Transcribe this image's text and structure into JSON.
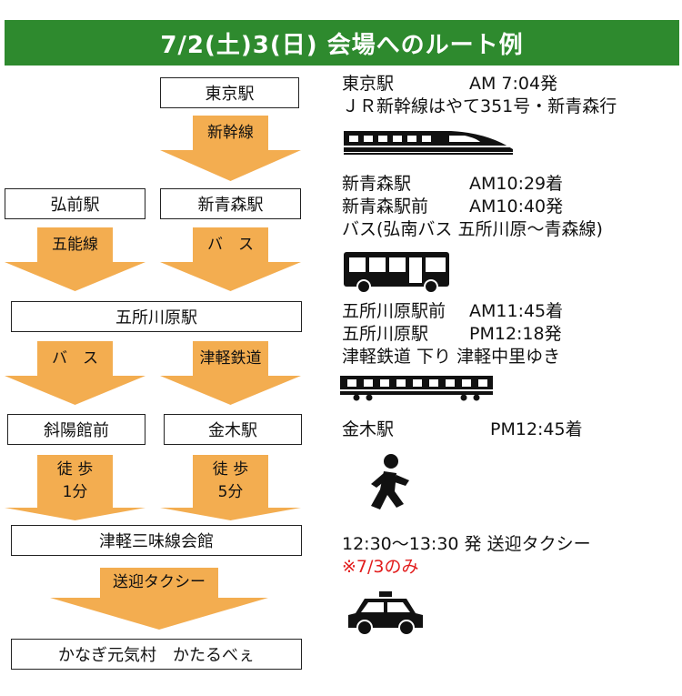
{
  "title": "7/2(土)3(日) 会場へのルート例",
  "colors": {
    "header_bg": "#2e8a2e",
    "arrow_fill": "#f3ad50",
    "note_red": "#e21d1d"
  },
  "stations": {
    "tokyo": "東京駅",
    "hirosaki": "弘前駅",
    "shin_aomori": "新青森駅",
    "goshogawara": "五所川原駅",
    "shayokan": "斜陽館前",
    "kanagi": "金木駅",
    "shamisen_kaikan": "津軽三味線会館",
    "destination": "かなぎ元気村　かたるべぇ"
  },
  "arrows": {
    "shinkansen": "新幹線",
    "gono_line": "五能線",
    "bus1": "バ　ス",
    "bus2": "バ　ス",
    "tsugaru_railway": "津軽鉄道",
    "walk1": {
      "line1": "徒 歩",
      "line2": "1分"
    },
    "walk2": {
      "line1": "徒 歩",
      "line2": "5分"
    },
    "taxi": "送迎タクシー"
  },
  "timetable": {
    "tokyo_station": "東京駅",
    "tokyo_time": "AM 7:04発",
    "train_name": "ＪＲ新幹線はやて351号・新青森行",
    "shin_aomori_station": "新青森駅",
    "shin_aomori_time": "AM10:29着",
    "shin_aomori_mae_station": "新青森駅前",
    "shin_aomori_mae_time": "AM10:40発",
    "bus_line": "バス(弘南バス 五所川原～青森線)",
    "goshogawara_mae_station": "五所川原駅前",
    "goshogawara_mae_time": "AM11:45着",
    "goshogawara_station": "五所川原駅",
    "goshogawara_time": "PM12:18発",
    "tsugaru_line": "津軽鉄道 下り 津軽中里ゆき",
    "kanagi_station": "金木駅",
    "kanagi_time": "PM12:45着",
    "taxi_time": "12:30～13:30 発 送迎タクシー",
    "taxi_note": "※7/3のみ"
  },
  "icons": [
    "shinkansen-icon",
    "bus-icon",
    "train-icon",
    "walking-person-icon",
    "taxi-icon"
  ]
}
